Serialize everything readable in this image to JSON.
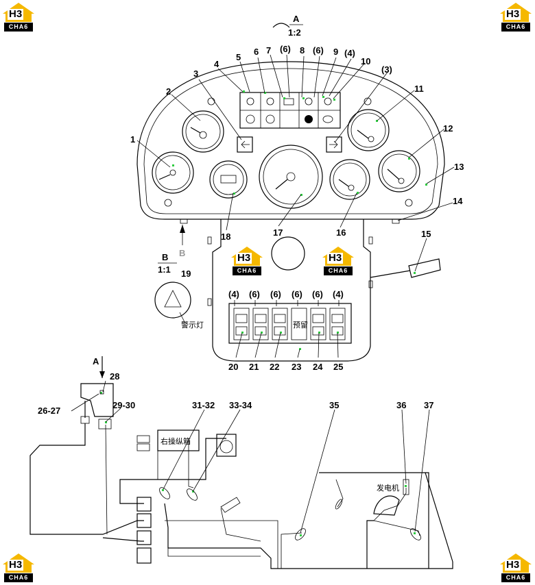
{
  "view": {
    "name": "A",
    "scale": "1:2"
  },
  "view_b": {
    "name": "B",
    "scale": "1:1",
    "pointer": "B"
  },
  "logo": {
    "top": "H3",
    "bottom": "CHA6"
  },
  "gauge_labels": [
    "1",
    "2",
    "3",
    "4",
    "5",
    "6",
    "7",
    "(6)",
    "8",
    "(6)",
    "9",
    "(4)",
    "10",
    "(3)",
    "11",
    "12",
    "13",
    "14",
    "15",
    "16",
    "17",
    "18",
    "19"
  ],
  "switch_counts": [
    "(4)",
    "(6)",
    "(6)",
    "(6)",
    "(6)",
    "(4)"
  ],
  "switch_numbers": [
    "20",
    "21",
    "22",
    "23",
    "24",
    "25"
  ],
  "reserve_switch": "预留",
  "warning_light": "警示灯",
  "harness": {
    "view_arrow": "A",
    "labels": [
      "28",
      "26-27",
      "29-30",
      "31-32",
      "33-34",
      "35",
      "36",
      "37"
    ],
    "right_console": "右操纵箱",
    "generator": "发电机"
  }
}
